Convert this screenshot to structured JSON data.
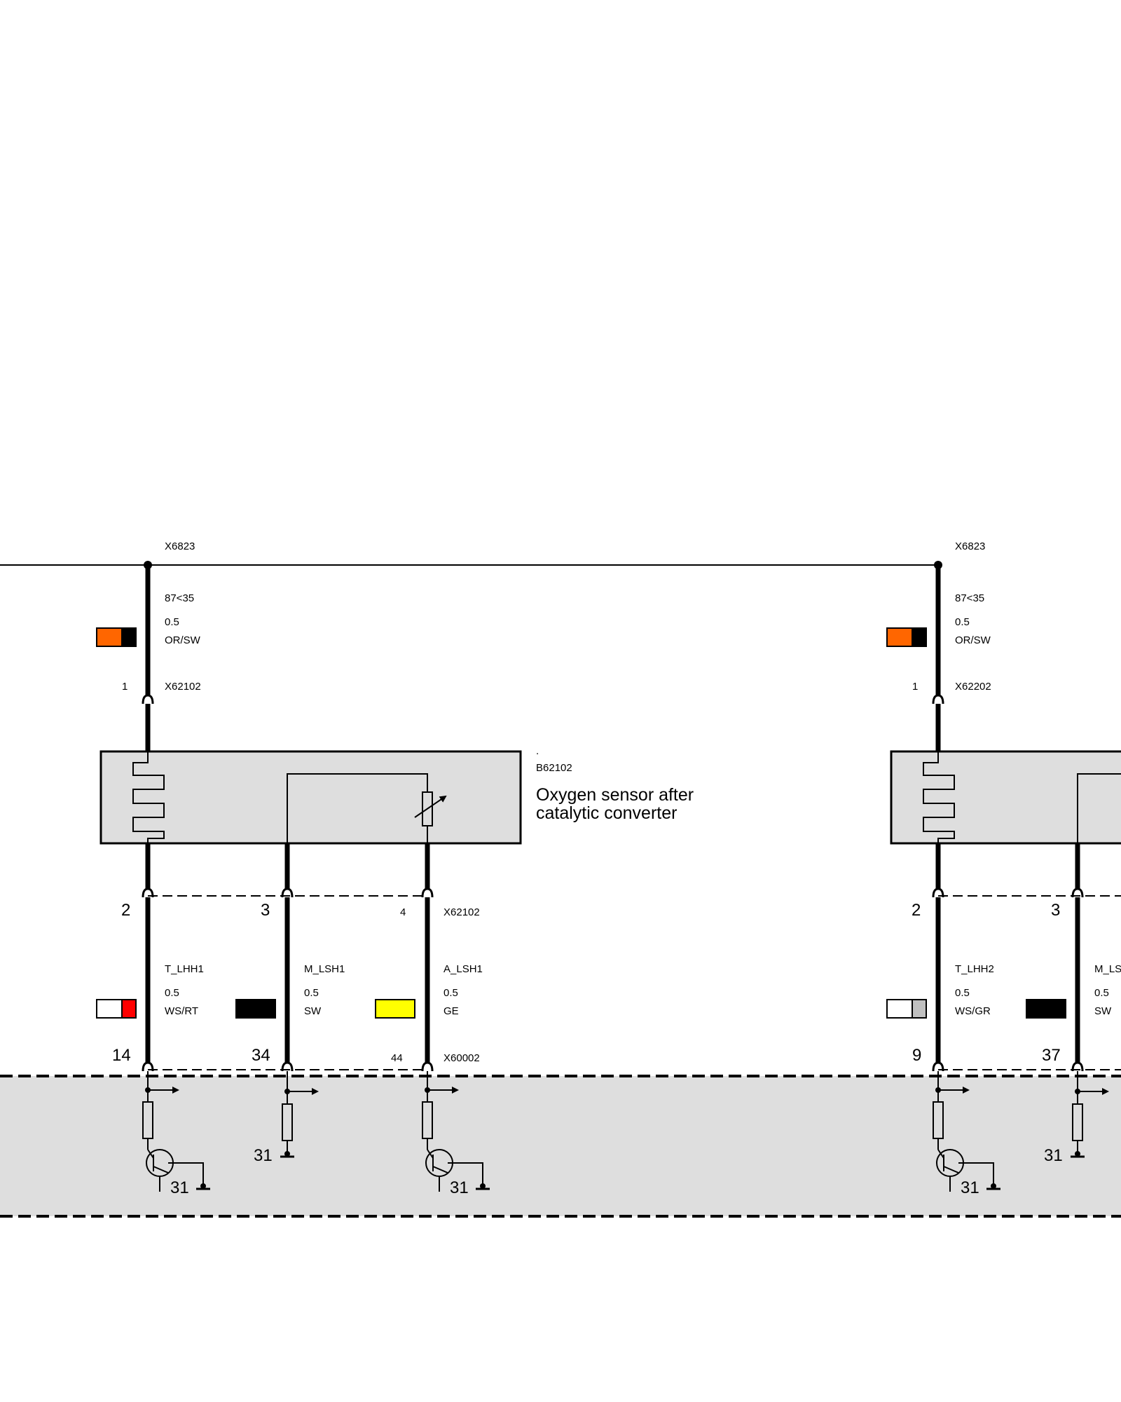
{
  "colors": {
    "module_fill": "#dedede",
    "orange": "#ff6600",
    "black": "#000000",
    "white": "#ffffff",
    "red": "#ff0000",
    "yellow": "#ffff00",
    "grey": "#c0c0c0"
  },
  "left": {
    "junction": "X6823",
    "supply_wire": {
      "signal": "87<35",
      "gauge": "0.5",
      "color_code": "OR/SW"
    },
    "top_pin": "1",
    "top_connector": "X62102",
    "sensor_dot": ".",
    "sensor_id": "B62102",
    "sensor_name_line1": "Oxygen sensor after",
    "sensor_name_line2": "catalytic converter",
    "bottom_connector": "X62102",
    "ecu_connector": "X60002",
    "wires": [
      {
        "sensor_pin": "2",
        "signal": "T_LHH1",
        "gauge": "0.5",
        "color_code": "WS/RT",
        "ecu_pin": "14",
        "ground": "31"
      },
      {
        "sensor_pin": "3",
        "signal": "M_LSH1",
        "gauge": "0.5",
        "color_code": "SW",
        "ecu_pin": "34",
        "ground": "31"
      },
      {
        "sensor_pin": "4",
        "signal": "A_LSH1",
        "gauge": "0.5",
        "color_code": "GE",
        "ecu_pin": "44",
        "ground": "31"
      }
    ]
  },
  "right": {
    "junction": "X6823",
    "supply_wire": {
      "signal": "87<35",
      "gauge": "0.5",
      "color_code": "OR/SW"
    },
    "top_pin": "1",
    "top_connector": "X62202",
    "wires": [
      {
        "sensor_pin": "2",
        "signal": "T_LHH2",
        "gauge": "0.5",
        "color_code": "WS/GR",
        "ecu_pin": "9",
        "ground": "31"
      },
      {
        "sensor_pin": "3",
        "signal": "M_LS",
        "gauge": "0.5",
        "color_code": "SW",
        "ecu_pin": "37",
        "ground": "31"
      }
    ]
  }
}
